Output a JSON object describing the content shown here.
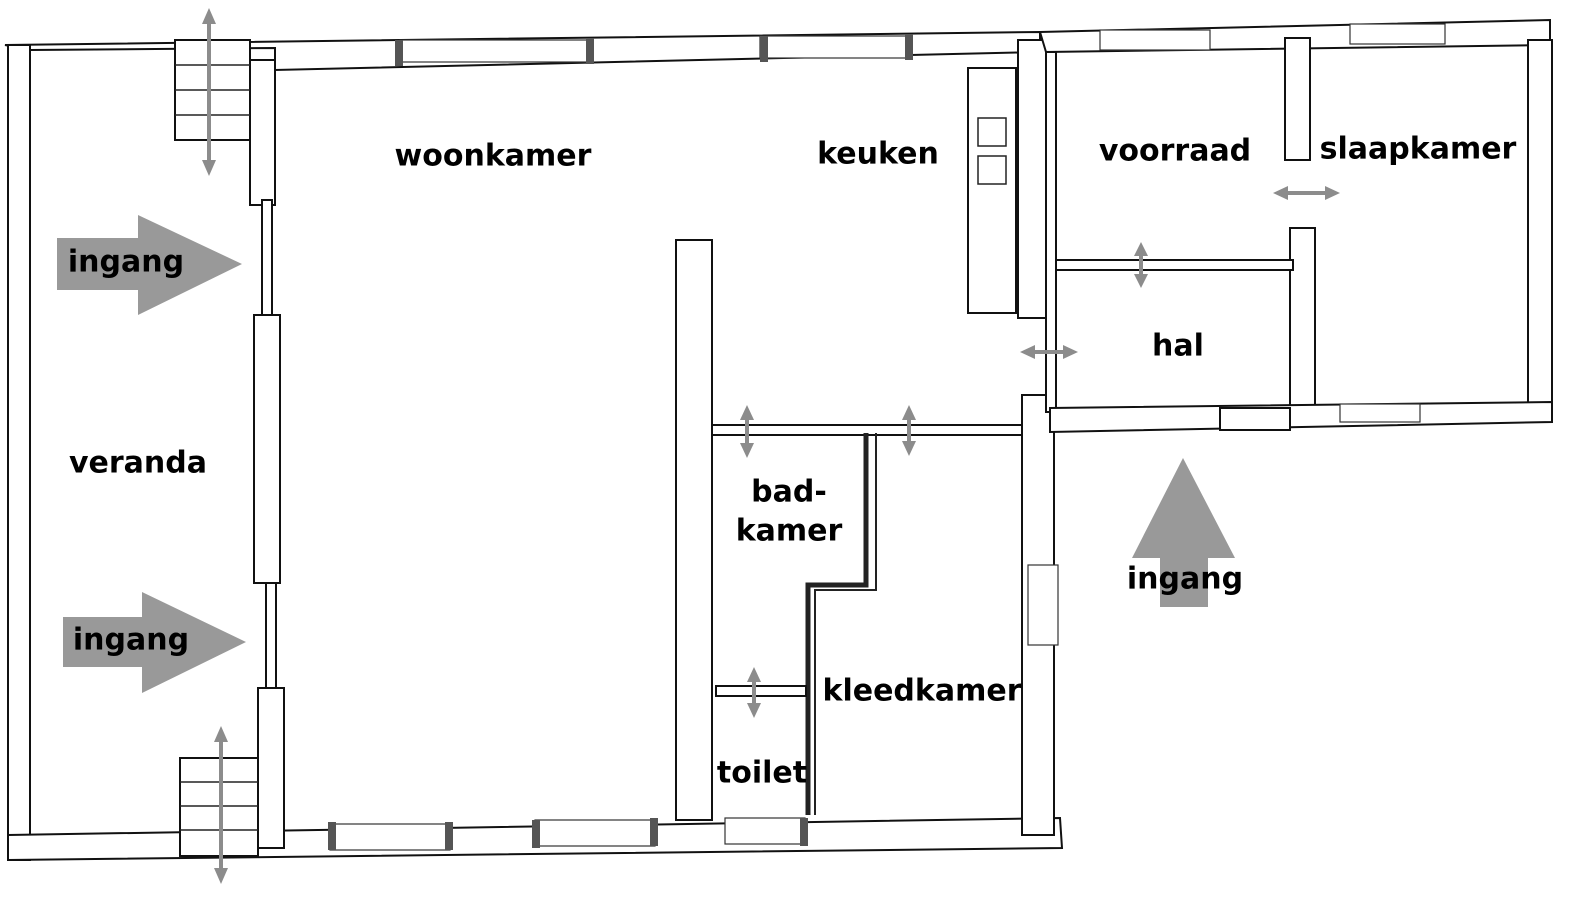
{
  "rooms": {
    "woonkamer": "woonkamer",
    "keuken": "keuken",
    "voorraad": "voorraad",
    "slaapkamer": "slaapkamer",
    "hal": "hal",
    "veranda": "veranda",
    "badkamer_line1": "bad-",
    "badkamer_line2": "kamer",
    "kleedkamer": "kleedkamer",
    "toilet": "toilet"
  },
  "entrances": [
    {
      "label": "ingang",
      "direction": "right"
    },
    {
      "label": "ingang",
      "direction": "right"
    },
    {
      "label": "ingang",
      "direction": "up"
    }
  ],
  "colors": {
    "arrow": "#999999",
    "door_arrow": "#8c8c8c",
    "wall": "#111111"
  }
}
